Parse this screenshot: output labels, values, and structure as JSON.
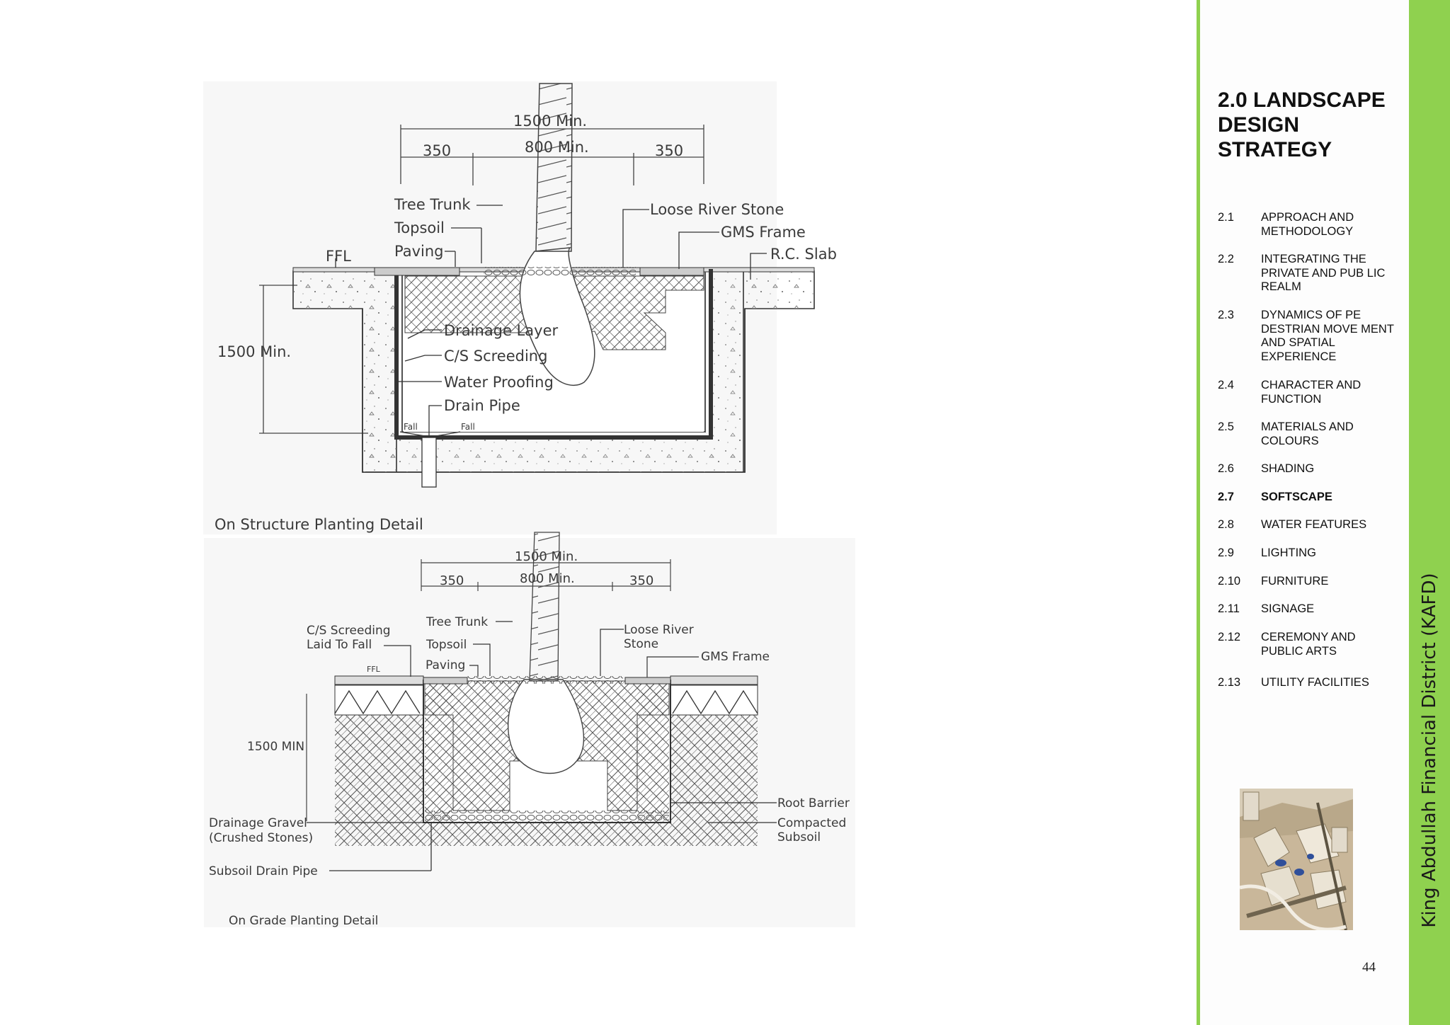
{
  "drawing_top": {
    "dim_overall": "1500 Min.",
    "dim_left": "350",
    "dim_center": "800 Min.",
    "dim_right": "350",
    "label_tree_trunk": "Tree Trunk",
    "label_topsoil": "Topsoil",
    "label_paving": "Paving",
    "label_ffl": "FFL",
    "label_loose_stone": "Loose River Stone",
    "label_gms": "GMS Frame",
    "label_rc_slab": "R.C. Slab",
    "label_drainage_layer": "Drainage Layer",
    "label_cs_screeding": "C/S Screeding",
    "label_waterproofing": "Water Proofing",
    "label_drain_pipe": "Drain Pipe",
    "label_fall": "Fall",
    "dim_depth": "1500 Min.",
    "caption": "On Structure Planting Detail"
  },
  "drawing_bottom": {
    "dim_overall": "1500 Min.",
    "dim_left": "350",
    "dim_center": "800 Min.",
    "dim_right": "350",
    "label_tree_trunk": "Tree Trunk",
    "label_topsoil": "Topsoil",
    "label_paving": "Paving",
    "label_cs_screeding_1": "C/S Screeding",
    "label_cs_screeding_2": "Laid To Fall",
    "label_ffl": "FFL",
    "label_loose_stone_1": "Loose River",
    "label_loose_stone_2": "Stone",
    "label_gms": "GMS Frame",
    "dim_depth": "1500 MIN",
    "label_root_barrier": "Root Barrier",
    "label_compacted_1": "Compacted",
    "label_compacted_2": "Subsoil",
    "label_drainage_gravel_1": "Drainage Gravel",
    "label_drainage_gravel_2": "(Crushed Stones)",
    "label_subsoil_pipe": "Subsoil Drain Pipe",
    "caption": "On Grade Planting Detail"
  },
  "sidebar": {
    "section_title": "2.0 LANDSCAPE DESIGN STRATEGY",
    "items": [
      {
        "num": "2.1",
        "label": "APPROACH AND METHODOLOGY"
      },
      {
        "num": "2.2",
        "label": "INTEGRATING THE PRIVATE AND PUB LIC REALM"
      },
      {
        "num": "2.3",
        "label": "DYNAMICS OF PE DESTRIAN MOVE MENT AND SPATIAL EXPERIENCE"
      },
      {
        "num": "2.4",
        "label": "CHARACTER AND FUNCTION"
      },
      {
        "num": "2.5",
        "label": "MATERIALS AND COLOURS"
      },
      {
        "num": "2.6",
        "label": "SHADING"
      },
      {
        "num": "2.7",
        "label": "SOFTSCAPE"
      },
      {
        "num": "2.8",
        "label": "WATER FEATURES"
      },
      {
        "num": "2.9",
        "label": "LIGHTING"
      },
      {
        "num": "2.10",
        "label": "FURNITURE"
      },
      {
        "num": "2.11",
        "label": "SIGNAGE"
      },
      {
        "num": "2.12",
        "label": "CEREMONY AND PUBLIC ARTS"
      },
      {
        "num": "2.13",
        "label": "UTILITY FACILITIES"
      }
    ],
    "active_index": 6,
    "page_number": "44"
  },
  "band": {
    "text": "King Abdullah Financial District (KAFD)"
  },
  "colors": {
    "accent_green": "#8fd14f",
    "drawing_ink": "#3a3a3a"
  }
}
